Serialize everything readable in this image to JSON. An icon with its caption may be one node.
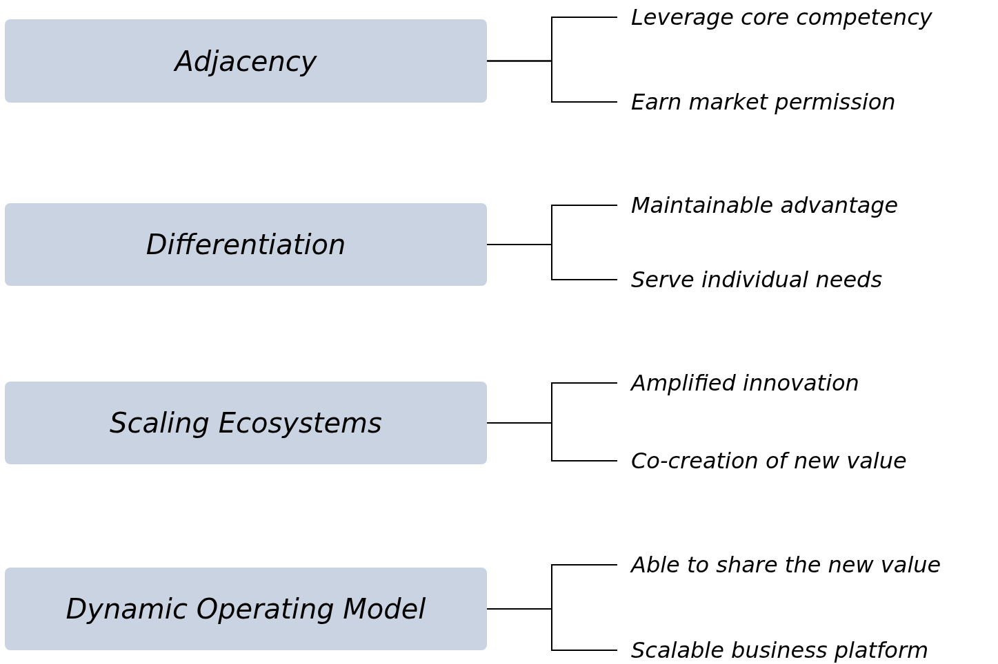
{
  "diagram": {
    "nodes": [
      {
        "text": [
          "Adjacency"
        ]
      },
      {
        "text": [
          "Leverage core competency"
        ]
      },
      {
        "text": [
          "Earn market permission"
        ]
      },
      {
        "text": [
          "Differentiation"
        ]
      },
      {
        "text": [
          "Maintainable advantage"
        ]
      },
      {
        "text": [
          "Serve individual needs"
        ]
      },
      {
        "text": [
          "Scaling Ecosystems"
        ]
      },
      {
        "text": [
          "Amplified innovation"
        ]
      },
      {
        "text": [
          "Co-creation of new value"
        ]
      },
      {
        "text": [
          "Dynamic Operating Model"
        ]
      },
      {
        "text": [
          "Able to share the new value"
        ]
      },
      {
        "text": [
          "Scalable business platform"
        ]
      }
    ],
    "edges": [
      {
        "from": 0,
        "to": 1,
        "arrow": "none"
      },
      {
        "from": 0,
        "to": 2,
        "arrow": "none"
      },
      {
        "from": 3,
        "to": 4,
        "arrow": "none"
      },
      {
        "from": 3,
        "to": 5,
        "arrow": "none"
      },
      {
        "from": 6,
        "to": 7,
        "arrow": "none"
      },
      {
        "from": 6,
        "to": 8,
        "arrow": "none"
      },
      {
        "from": 9,
        "to": 10,
        "arrow": "none"
      },
      {
        "from": 9,
        "to": 11,
        "arrow": "none"
      }
    ]
  }
}
